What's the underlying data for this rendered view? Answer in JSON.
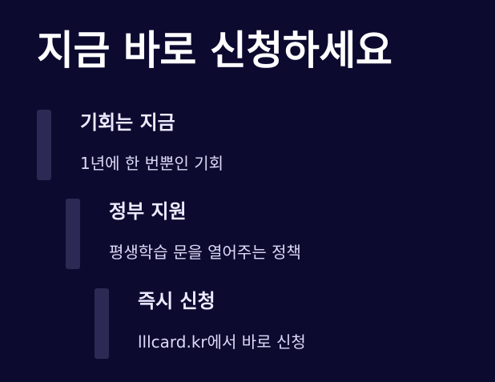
{
  "title": "지금 바로 신청하세요",
  "steps": [
    {
      "heading": "기회는 지금",
      "description": "1년에 한 번뿐인 기회"
    },
    {
      "heading": "정부 지원",
      "description": "평생학습 문을 열어주는 정책"
    },
    {
      "heading": "즉시 신청",
      "description": "lllcard.kr에서 바로 신청"
    }
  ],
  "colors": {
    "background": "#0d0a30",
    "accent_bar": "#2c2a55",
    "heading": "#ecebff",
    "text": "#dcdaf7"
  }
}
